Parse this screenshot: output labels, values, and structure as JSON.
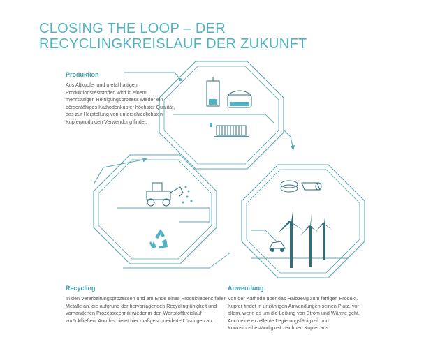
{
  "title": {
    "line1": "CLOSING THE LOOP – DER",
    "line2": "RECYCLINGKREISLAUF DER ZUKUNFT"
  },
  "sections": {
    "produktion": {
      "heading": "Produktion",
      "text": "Aus Altkupfer und metallhaltigen Produktionsreststoffen wird in einem mehrstufigen Reinigungsprozess wieder ein börsenfähiges Kathodenkupfer höchster Qualität, das zur Herstellung von unterschiedlichsten Kupferprodukten Verwendung findet."
    },
    "recycling": {
      "heading": "Recycling",
      "text": "In den Verarbeitungsprozessen und am Ende eines Produktlebens fallen Metalle an, die aufgrund der hervorragenden Recyclingfähigkeit und vorhandenen Prozesstechnik wieder in den Wertstoffkreislauf zurückfließen. Aurubis bietet hier maßgeschneiderte Lösungen an."
    },
    "anwendung": {
      "heading": "Anwendung",
      "text": "Von der Kathode über das Halbzeug zum fertigen Produkt. Kupfer findet in unzähligen Anwendungen seinen Platz, vor allem, wenn es um die Leitung von Strom und Wärme geht. Auch eine exzellente Legierungsfähigkeit und Korrosionsbeständigkeit zeichnen Kupfer aus."
    }
  },
  "colors": {
    "accent": "#4fb3c2",
    "line": "#5aa9b7",
    "dark": "#2f6e7c",
    "text": "#555555"
  },
  "icons": [
    "furnace-icon",
    "cathode-stack-icon",
    "wheel-loader-icon",
    "recycling-symbol-icon",
    "wind-turbine-icon",
    "electric-car-icon",
    "copper-coil-icon"
  ]
}
